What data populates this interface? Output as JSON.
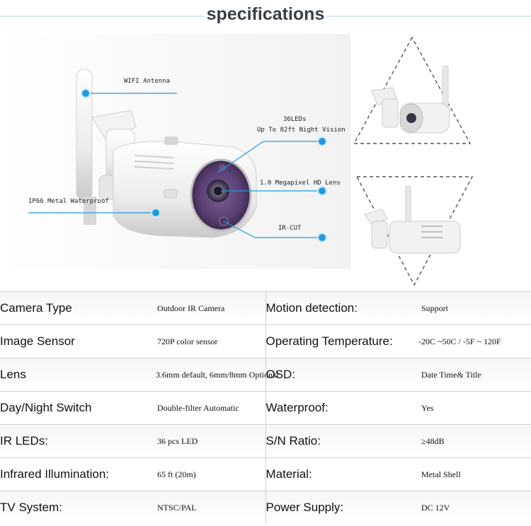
{
  "header": {
    "title": "specifications"
  },
  "diagram": {
    "callouts": {
      "antenna": "WIFI  Antenna",
      "leds": "36LEDs",
      "night_vision": "Up To 82ft Night Vision",
      "lens": "1.0 Megapixel HD Lens",
      "ircut": "IR-CUT",
      "waterproof": "IP66 Metal Waterproof"
    }
  },
  "specs": [
    {
      "left_label": "Camera Type",
      "left_value": "Outdoor IR Camera",
      "right_label": "Motion  detection:",
      "right_value": "Support"
    },
    {
      "left_label": "Image  Sensor",
      "left_value": "720P color sensor",
      "right_label": "Operating Temperature:",
      "right_value": "-20C  ~50C / -5F ~ 120F"
    },
    {
      "left_label": "Lens",
      "left_value": "3.6mm default, 6mm/8mm Optional",
      "right_label": "OSD:",
      "right_value": "Date Time& Title"
    },
    {
      "left_label": "Day/Night Switch",
      "left_value": "Double-filter Automatic",
      "right_label": "Waterproof:",
      "right_value": "Yes"
    },
    {
      "left_label": "IR LEDs:",
      "left_value": "36 pcs LED",
      "right_label": "S/N Ratio:",
      "right_value": "≥48dB"
    },
    {
      "left_label": "Infrared Illumination:",
      "left_value": "65 ft (20m)",
      "right_label": "Material:",
      "right_value": "Metal Shell"
    },
    {
      "left_label": "TV System:",
      "left_value": "NTSC/PAL",
      "right_label": "Power Supply:",
      "right_value": "DC 12V"
    }
  ]
}
